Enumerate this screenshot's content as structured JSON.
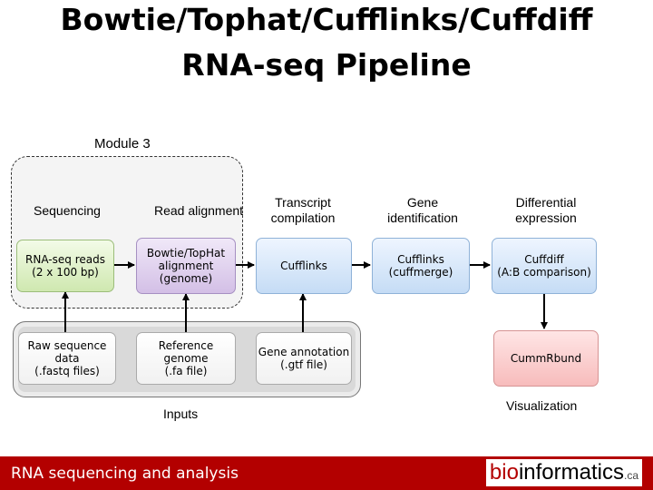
{
  "title": {
    "line1": "Bowtie/Tophat/Cufflinks/Cuffdiff",
    "line2": "RNA-seq Pipeline"
  },
  "module_label": "Module 3",
  "stages": [
    {
      "label": "Sequencing"
    },
    {
      "label": "Read alignment"
    },
    {
      "label": "Transcript compilation"
    },
    {
      "label": "Gene identification"
    },
    {
      "label": "Differential expression"
    }
  ],
  "nodes": {
    "rnaseq_reads": {
      "line1": "RNA-seq reads",
      "line2": "(2 x 100 bp)"
    },
    "bowtie_tophat": {
      "line1": "Bowtie/TopHat",
      "line2": "alignment",
      "line3": "(genome)"
    },
    "cufflinks": {
      "line1": "Cufflinks"
    },
    "cuffmerge": {
      "line1": "Cufflinks",
      "line2": "(cuffmerge)"
    },
    "cuffdiff": {
      "line1": "Cuffdiff",
      "line2": "(A:B comparison)"
    },
    "raw_sequence": {
      "line1": "Raw sequence",
      "line2": "data",
      "line3": "(.fastq files)"
    },
    "reference_genome": {
      "line1": "Reference",
      "line2": "genome",
      "line3": "(.fa file)"
    },
    "gene_annotation": {
      "line1": "Gene annotation",
      "line2": "(.gtf file)"
    },
    "cummerbund": {
      "line1": "CummRbund"
    }
  },
  "inputs_label": "Inputs",
  "visualization_label": "Visualization",
  "footer": {
    "left_text": "RNA sequencing and analysis",
    "logo_bio": "bio",
    "logo_informatics": "informatics",
    "logo_ca": ".ca"
  },
  "colors": {
    "footer": "#b30000",
    "green_node": "#cfe8b0",
    "purple_node": "#d3bfe6",
    "blue_node": "#c5dcf5",
    "red_node": "#f7bcbc"
  }
}
